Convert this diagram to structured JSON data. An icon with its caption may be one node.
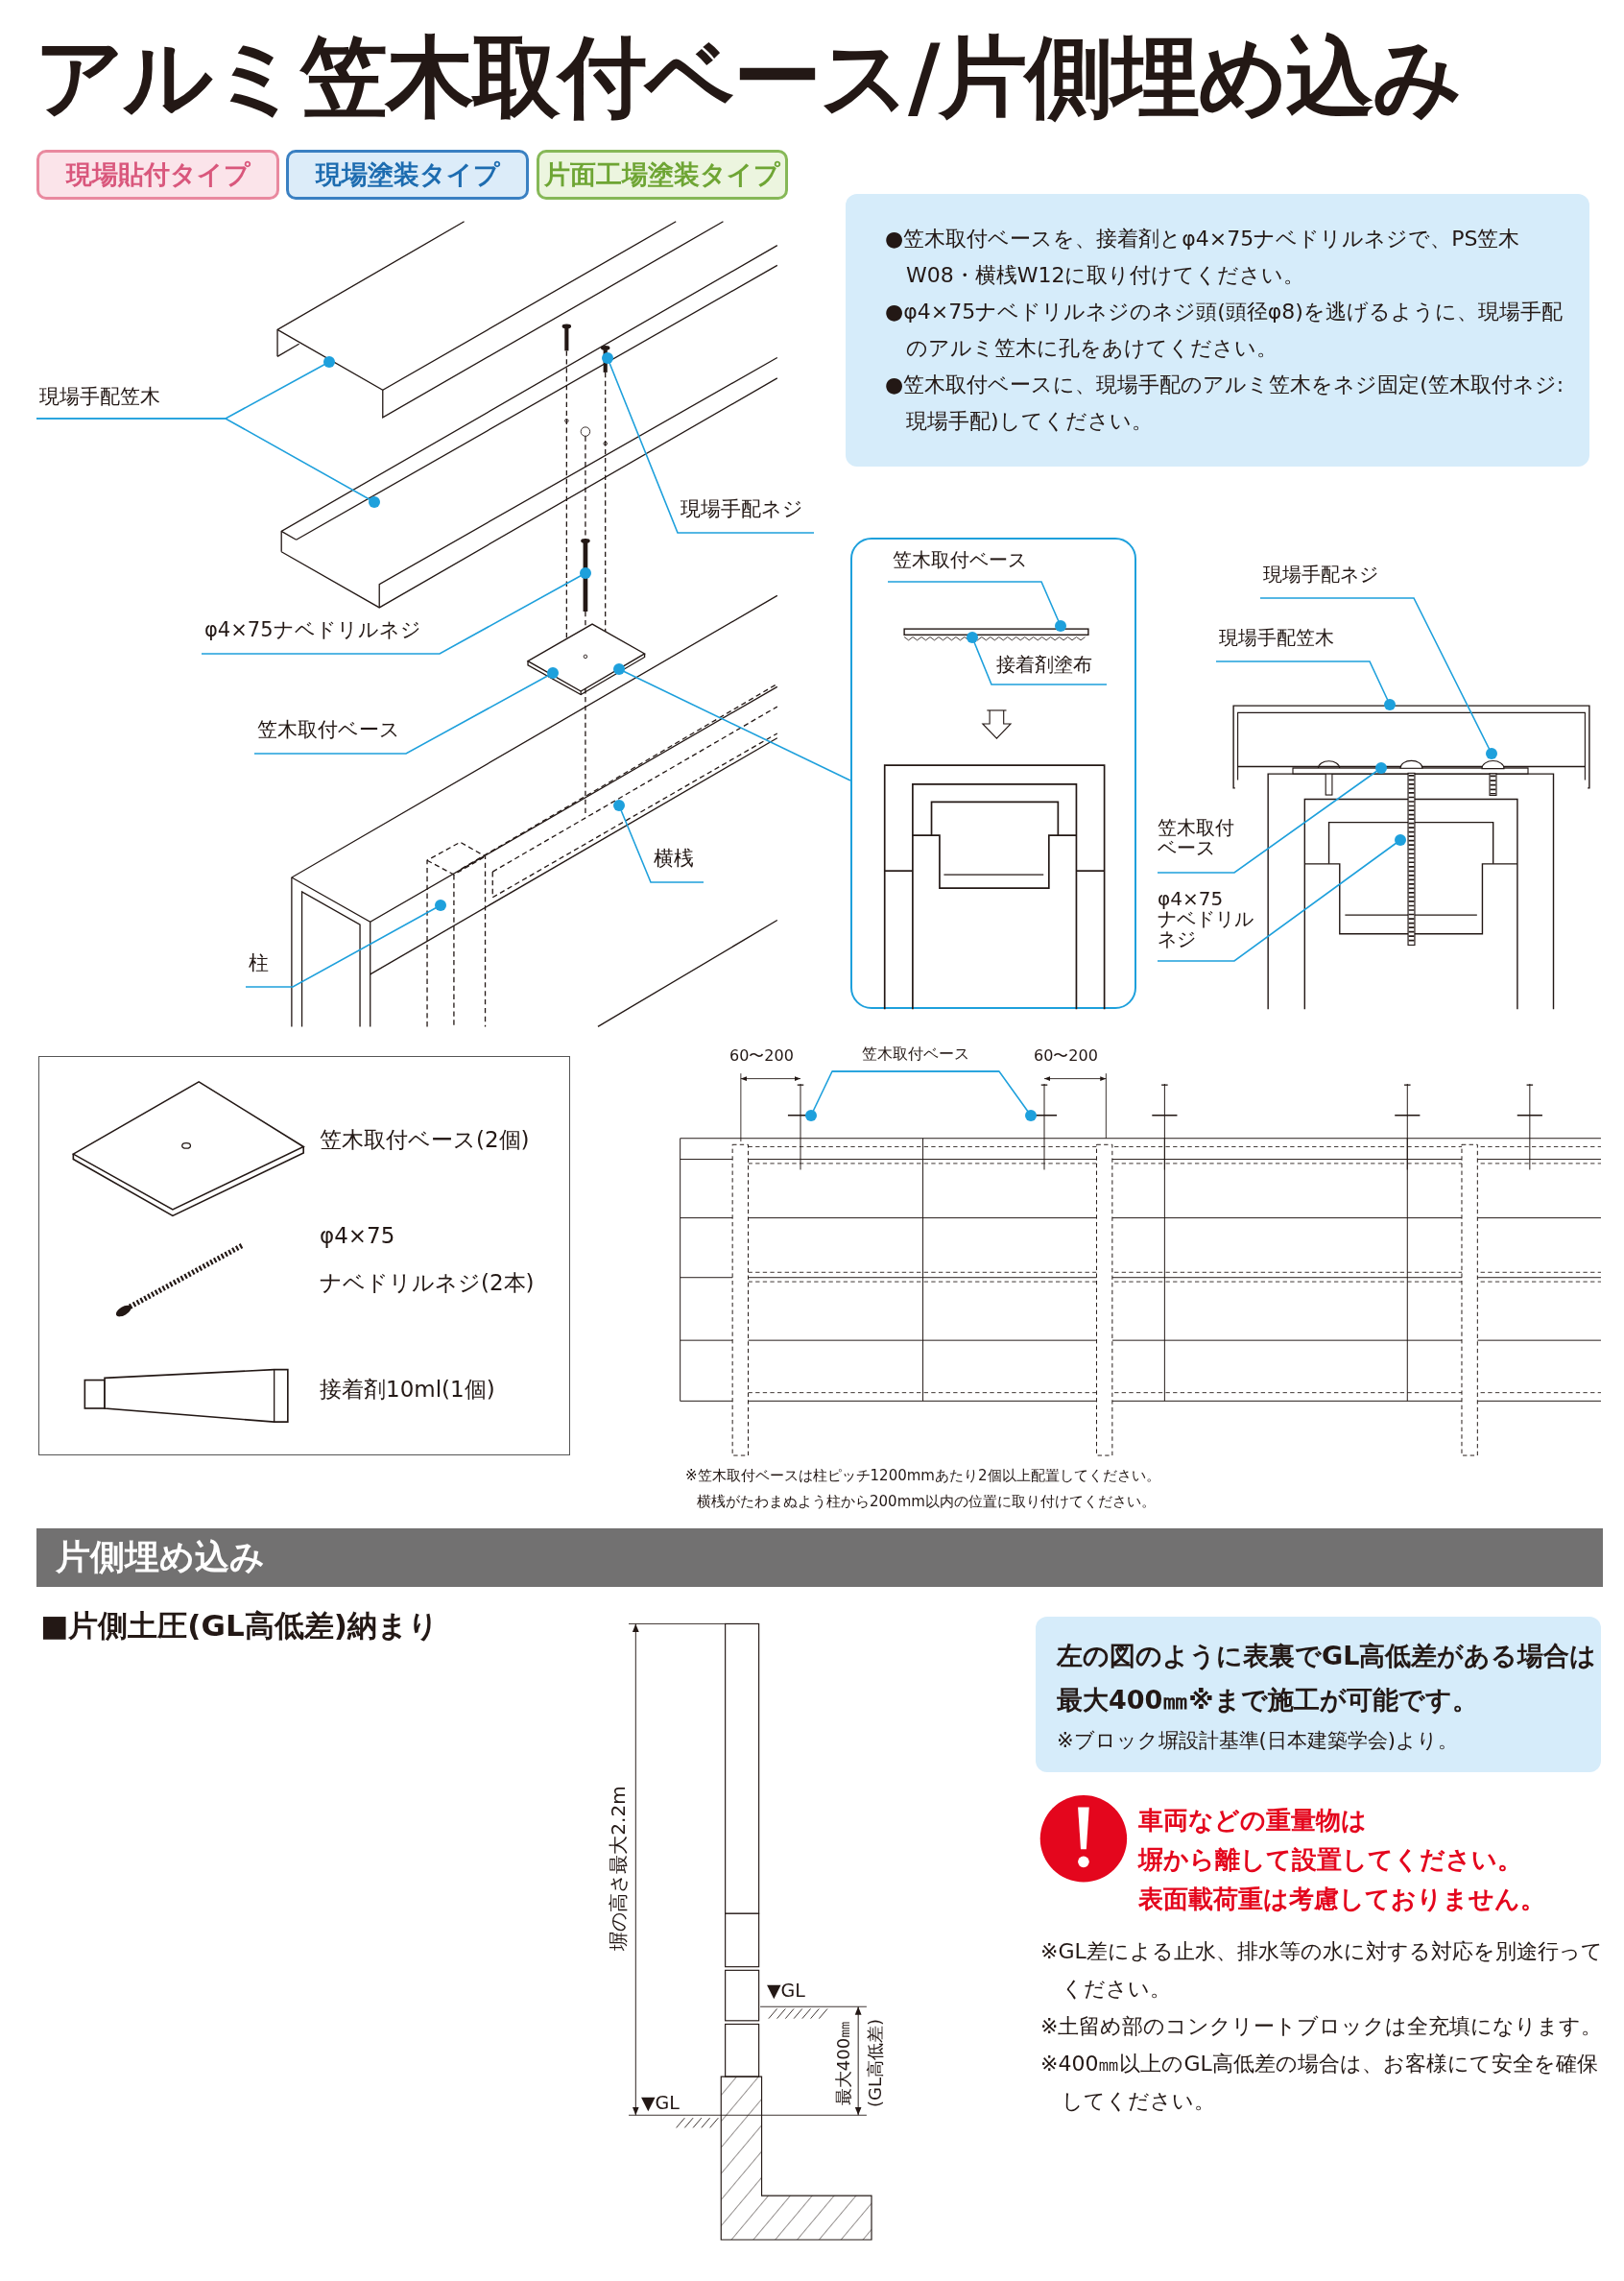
{
  "diagram": {
    "title": "アルミ笠木取付ベース/片側埋め込み",
    "nodes": [
      {
        "text": [
          "現場手配笠木"
        ]
      },
      {
        "text": [
          "現場手配ネジ"
        ]
      },
      {
        "text": [
          "φ4×75ナベドリルネジ"
        ]
      },
      {
        "text": [
          "笠木取付ベース"
        ]
      },
      {
        "text": [
          "横桟"
        ]
      },
      {
        "text": [
          "柱"
        ]
      },
      {
        "text": [],
        "shape": "box"
      },
      {
        "text": [
          "笠木取付ベース"
        ],
        "in": 6
      },
      {
        "text": [
          "接着剤塗布"
        ],
        "in": 6
      },
      {
        "text": [
          "現場手配ネジ"
        ]
      },
      {
        "text": [
          "現場手配笠木"
        ]
      },
      {
        "text": [
          "笠木取付ベース"
        ]
      },
      {
        "text": [
          "φ4×75",
          "ナベドリルネジ"
        ]
      },
      {
        "text": [
          "笠木取付ベース"
        ]
      },
      {
        "text": [],
        "shape": "bar",
        "in": 6
      },
      {
        "text": [],
        "shape": "picture"
      },
      {
        "text": [],
        "shape": "picture"
      },
      {
        "text": [],
        "shape": "bar",
        "in": 15
      },
      {
        "text": [],
        "shape": "picture"
      }
    ],
    "edges": [
      {
        "from": 0,
        "to": null,
        "arrow": "other"
      },
      {
        "from": 0,
        "to": null,
        "arrow": "other"
      },
      {
        "from": 1,
        "to": null,
        "arrow": "other"
      },
      {
        "from": 2,
        "to": null,
        "arrow": "other"
      },
      {
        "from": 3,
        "to": null,
        "arrow": "other"
      },
      {
        "from": 4,
        "to": null,
        "arrow": "other"
      },
      {
        "from": 5,
        "to": null,
        "arrow": "other"
      },
      {
        "from": null,
        "to": 6,
        "arrow": "other"
      },
      {
        "from": 7,
        "to": 14,
        "arrow": "other"
      },
      {
        "from": 8,
        "to": null,
        "arrow": "other"
      },
      {
        "from": 9,
        "to": 18,
        "arrow": "other"
      },
      {
        "from": 10,
        "to": 15,
        "arrow": "other"
      },
      {
        "from": 11,
        "to": 17,
        "arrow": "other"
      },
      {
        "from": 12,
        "to": 16,
        "arrow": "other"
      },
      {
        "from": 13,
        "to": null,
        "arrow": "other"
      },
      {
        "from": 13,
        "to": null,
        "arrow": "other"
      }
    ],
    "labels": [
      "現場貼付タイプ",
      "現場塗装タイプ",
      "片面工場塗装タイプ",
      "●笠木取付ベースを、接着剤とφ4×75ナベドリルネジで、PS笠木W08・横桟W12に取り付けてください。",
      "●φ4×75ナベドリルネジのネジ頭(頭径φ8)を逃げるように、現場手配のアルミ笠木に孔をあけてください。",
      "●笠木取付ベースに、現場手配のアルミ笠木をネジ固定(笠木取付ネジ:現場手配)してください。",
      "笠木取付ベース(2個)",
      "φ4×75",
      "ナベドリルネジ(2本)",
      "接着剤10ml(1個)",
      "60〜200",
      "60〜200",
      "※笠木取付ベースは柱ピッチ1200mmあたり2個以上配置してください。",
      "横桟がたわまぬよう柱から200mm以内の位置に取り付けてください。",
      "片側埋め込み",
      "■片側土圧(GL高低差)納まり",
      "塀の高さ最大2.2m",
      "▼GL",
      "最大400㎜",
      "(GL高低差)",
      "▼GL",
      "左の図のように表裏でGL高低差がある場合は最大400㎜※まで施工が可能です。",
      "※ブロック塀設計基準(日本建築学会)より。",
      "車両などの重量物は",
      "塀から離して設置してください。",
      "表面載荷重は考慮しておりません。",
      "※GL差による止水、排水等の水に対する対応を別途行ってください。",
      "※土留め部のコンクリートブロックは全充填になります。",
      "※400㎜以上のGL高低差の場合は、お客様にて安全を確保してください。"
    ]
  }
}
